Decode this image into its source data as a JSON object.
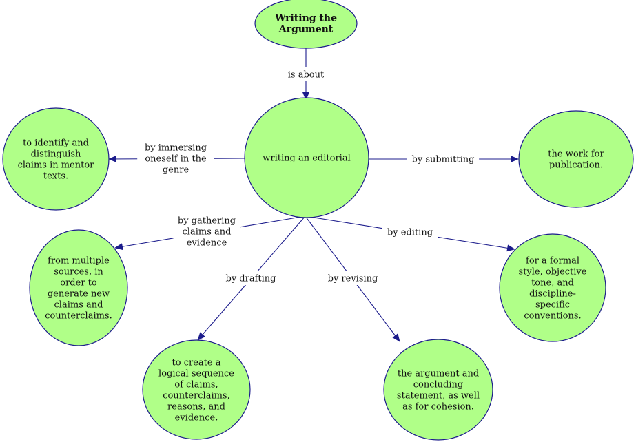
{
  "colors": {
    "node_fill": "#b0ff88",
    "node_stroke": "#1c1c8c",
    "edge": "#1c1c8c"
  },
  "nodes": [
    {
      "id": "root",
      "lines": [
        "Writing the",
        "Argument"
      ]
    },
    {
      "id": "center",
      "lines": [
        "writing an editorial"
      ]
    },
    {
      "id": "left",
      "lines": [
        "to identify and",
        "distinguish",
        "claims in mentor",
        "texts."
      ]
    },
    {
      "id": "right",
      "lines": [
        "the work for",
        "publication."
      ]
    },
    {
      "id": "lower-left",
      "lines": [
        "from multiple",
        "sources, in",
        "order to",
        "generate new",
        "claims and",
        "counterclaims."
      ]
    },
    {
      "id": "bottom-left",
      "lines": [
        "to create a",
        "logical sequence",
        "of claims,",
        "counterclaims,",
        "reasons, and",
        "evidence."
      ]
    },
    {
      "id": "bottom-right",
      "lines": [
        "the argument and",
        "concluding",
        "statement, as well",
        "as for cohesion."
      ]
    },
    {
      "id": "lower-right",
      "lines": [
        "for a formal",
        "style, objective",
        "tone, and",
        "discipline-",
        "specific",
        "conventions."
      ]
    }
  ],
  "edges": [
    {
      "from": "root",
      "to": "center",
      "lines": [
        "is about"
      ]
    },
    {
      "from": "center",
      "to": "left",
      "lines": [
        "by immersing",
        "oneself in the",
        "genre"
      ]
    },
    {
      "from": "center",
      "to": "right",
      "lines": [
        "by submitting"
      ]
    },
    {
      "from": "center",
      "to": "lower-left",
      "lines": [
        "by gathering",
        "claims and",
        "evidence"
      ]
    },
    {
      "from": "center",
      "to": "bottom-left",
      "lines": [
        "by drafting"
      ]
    },
    {
      "from": "center",
      "to": "bottom-right",
      "lines": [
        "by revising"
      ]
    },
    {
      "from": "center",
      "to": "lower-right",
      "lines": [
        "by editing"
      ]
    }
  ]
}
